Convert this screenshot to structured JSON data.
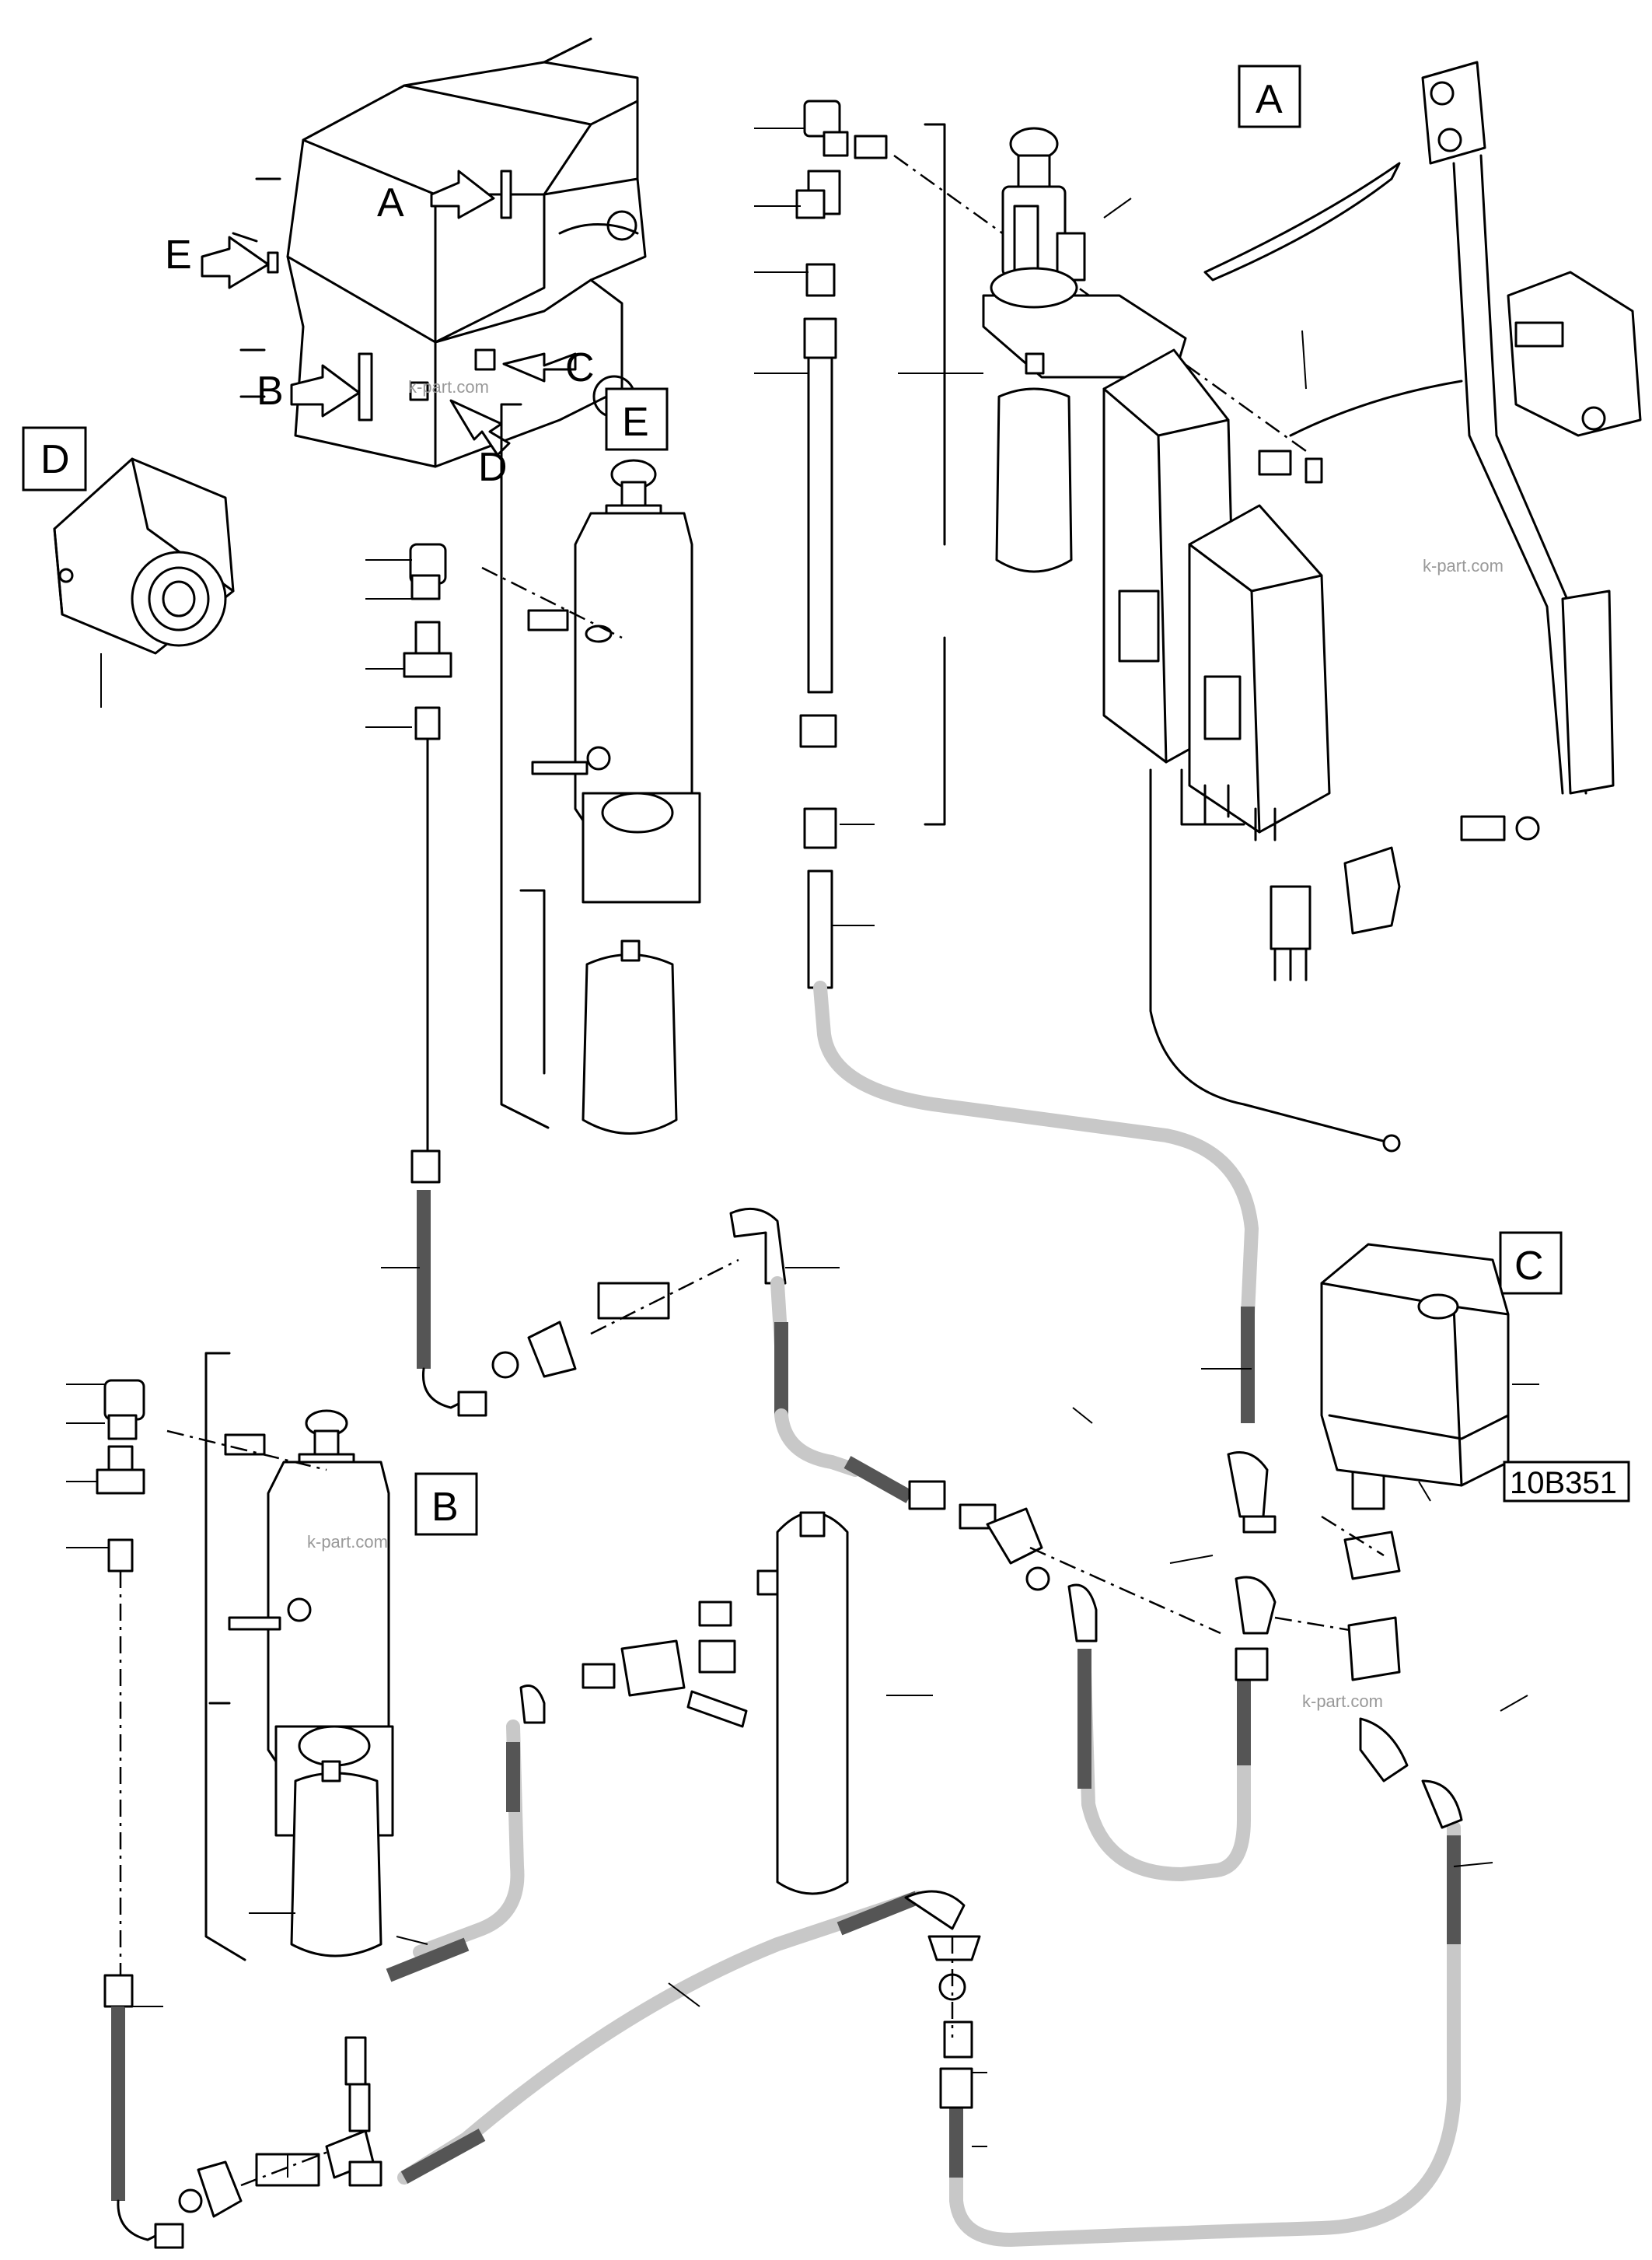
{
  "callouts": {
    "a": "A",
    "b": "B",
    "c": "C",
    "d": "D",
    "e": "E"
  },
  "arrow_labels": {
    "a": "A",
    "b": "B",
    "c": "C",
    "d": "D",
    "e": "E"
  },
  "drawing_code": "10B351",
  "watermark": "k-part.com"
}
